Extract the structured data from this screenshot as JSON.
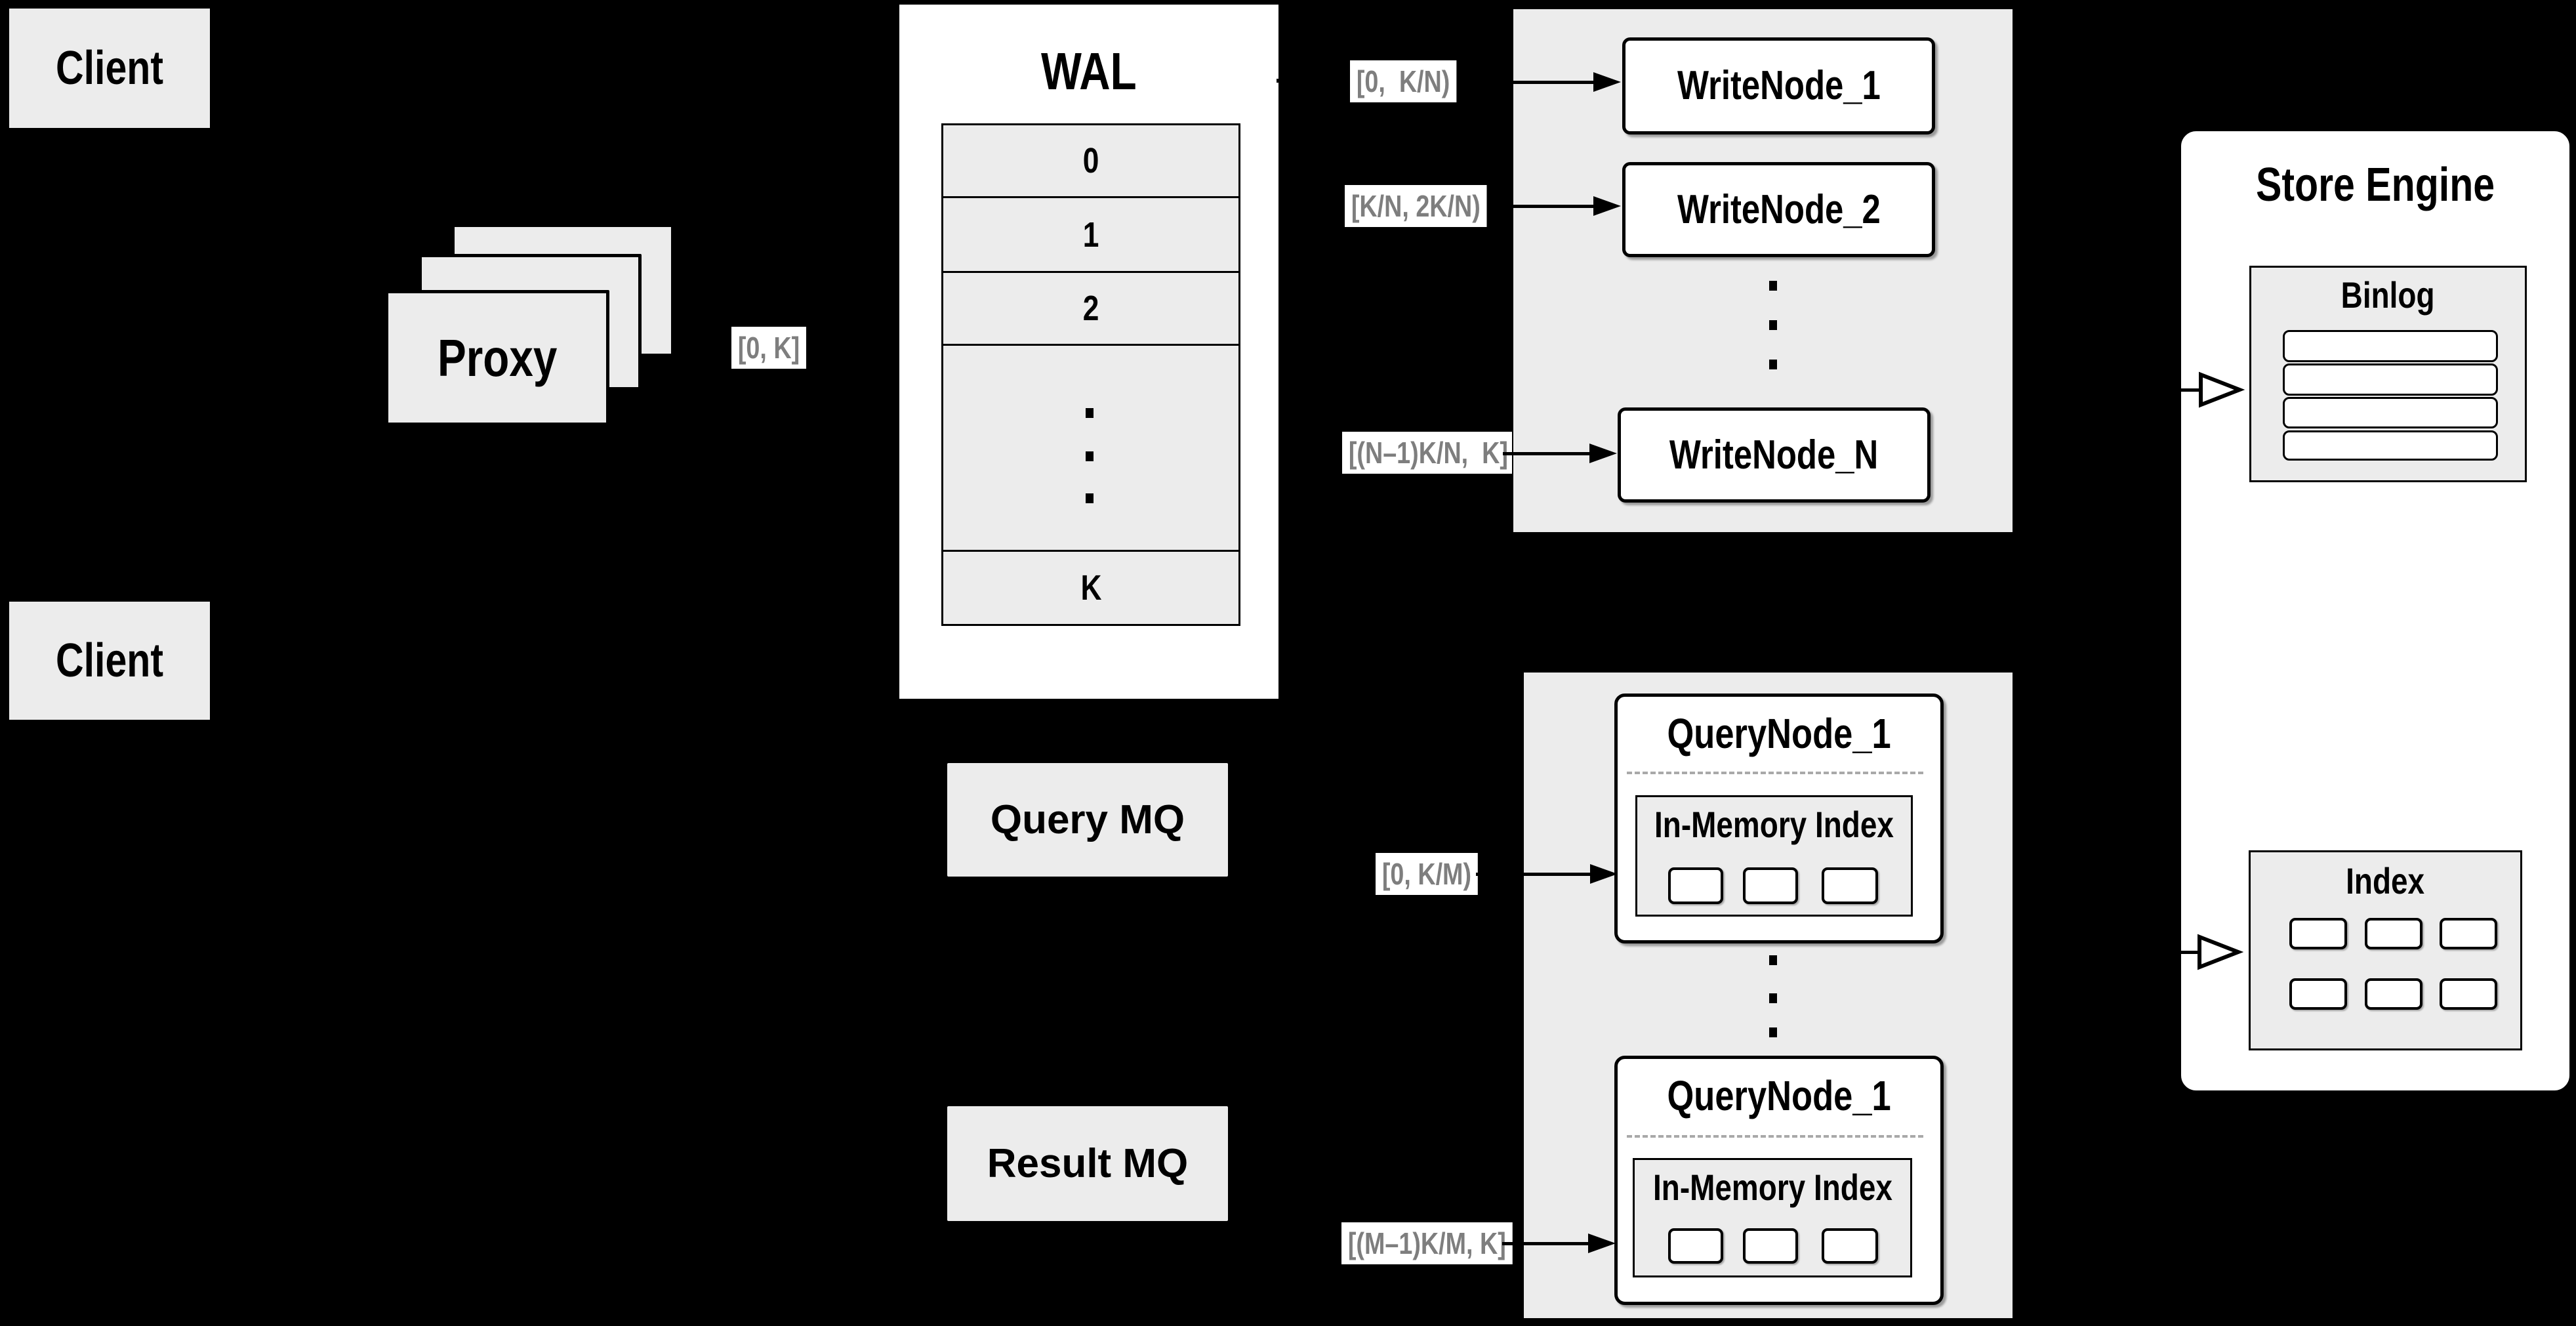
{
  "colors": {
    "background": "#000000",
    "panel_gray": "#ececec",
    "box_white": "#ffffff",
    "border_black": "#000000",
    "range_text_gray": "#7e7e7e",
    "dashed_gray": "#a9a9a9"
  },
  "clients": {
    "top": "Client",
    "bottom": "Client"
  },
  "proxy": {
    "label": "Proxy",
    "range_label": "[0, K]"
  },
  "wal": {
    "title": "WAL",
    "segments": [
      "0",
      "1",
      "2",
      "K"
    ]
  },
  "write": {
    "labels": [
      "[0,  K/N)",
      "[K/N, 2K/N)",
      "[(N–1)K/N,  K]"
    ],
    "nodes": [
      "WriteNode_1",
      "WriteNode_2",
      "WriteNode_N"
    ]
  },
  "store": {
    "title": "Store Engine",
    "binlog_title": "Binlog",
    "index_title": "Index"
  },
  "mq": {
    "query": "Query MQ",
    "result": "Result MQ"
  },
  "query": {
    "labels": [
      "[0, K/M)",
      "[(M–1)K/M, K]"
    ],
    "nodes": [
      {
        "title": "QueryNode_1",
        "inner_title": "In-Memory Index"
      },
      {
        "title": "QueryNode_1",
        "inner_title": "In-Memory Index"
      }
    ]
  }
}
